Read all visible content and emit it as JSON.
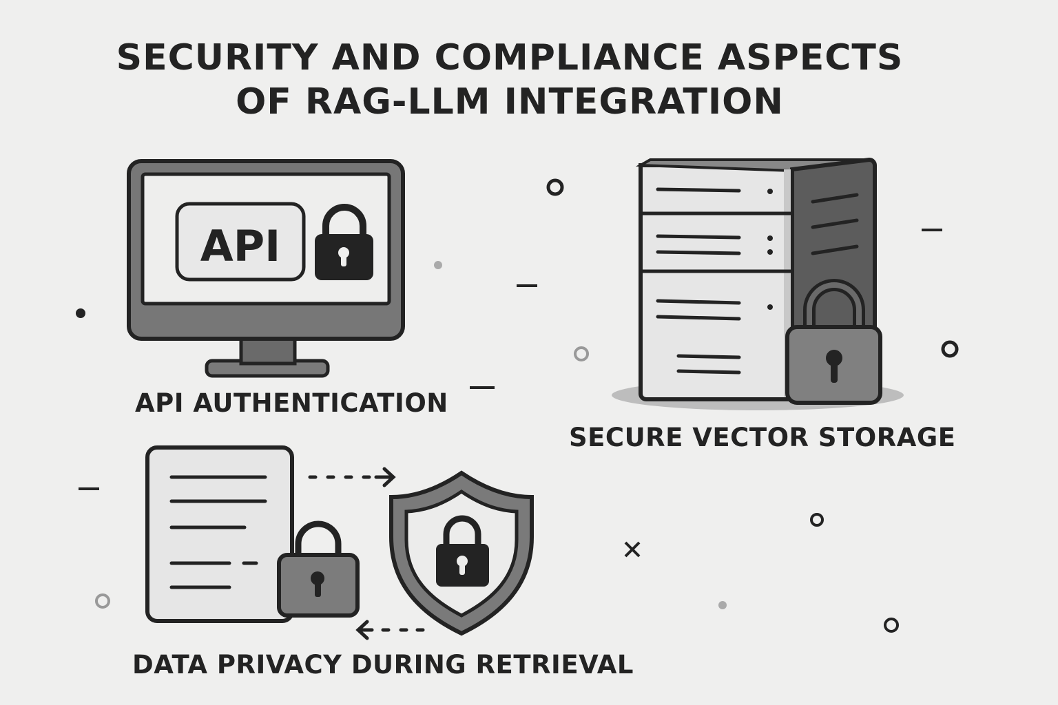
{
  "title": {
    "line1": "SECURITY AND COMPLIANCE ASPECTS",
    "line2": "OF RAG-LLM INTEGRATION"
  },
  "sections": {
    "api_authentication": {
      "label": "API AUTHENTICATION",
      "badge": "API",
      "icon": "monitor-icon"
    },
    "secure_vector_storage": {
      "label": "SECURE VECTOR STORAGE",
      "icon": "server-icon"
    },
    "data_privacy": {
      "label": "DATA PRIVACY DURING RETRIEVAL",
      "icon": "shield-icon"
    }
  },
  "colors": {
    "background": "#efefee",
    "outline": "#232323",
    "dark_gray": "#5c5c5c",
    "mid_gray": "#8a8a8a",
    "light_fill": "#e6e6e6"
  }
}
